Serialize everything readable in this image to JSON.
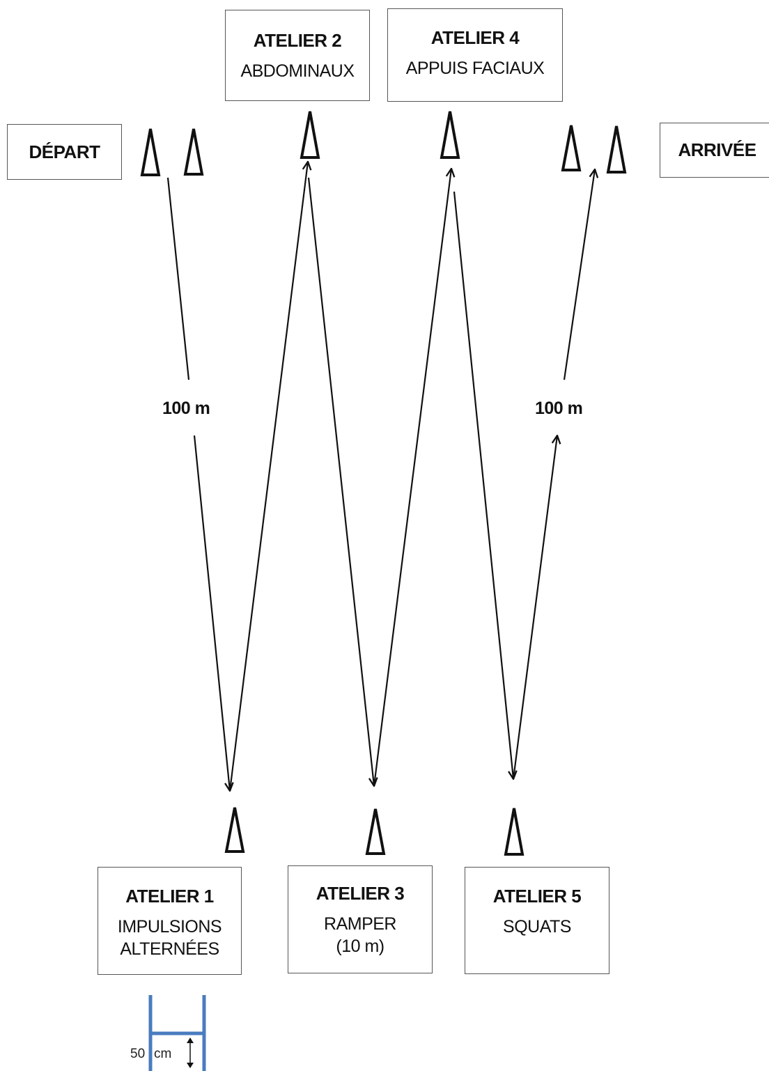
{
  "start_label": "DÉPART",
  "finish_label": "ARRIVÉE",
  "ateliers": [
    {
      "title": "ATELIER 1",
      "lines": [
        "IMPULSIONS",
        "ALTERNÉES"
      ]
    },
    {
      "title": "ATELIER 2",
      "lines": [
        "ABDOMINAUX"
      ]
    },
    {
      "title": "ATELIER 3",
      "lines": [
        "RAMPER",
        "(10 m)"
      ]
    },
    {
      "title": "ATELIER 4",
      "lines": [
        "APPUIS FACIAUX"
      ]
    },
    {
      "title": "ATELIER 5",
      "lines": [
        "SQUATS"
      ]
    }
  ],
  "distances": {
    "left": "100 m",
    "right": "100 m"
  },
  "ladder": {
    "value": "50",
    "unit": "cm"
  },
  "colors": {
    "ladder": "#4a7bbf",
    "lines": "#111111",
    "box_border": "#555555"
  }
}
